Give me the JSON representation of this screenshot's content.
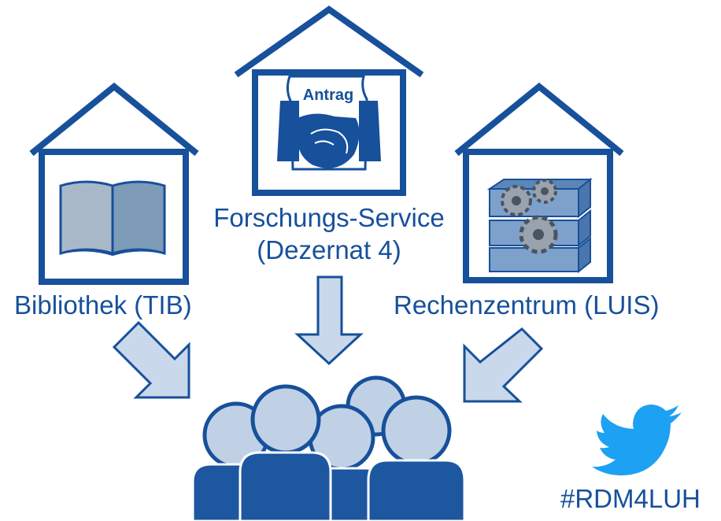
{
  "houses": [
    {
      "label": "Bibliothek (TIB)",
      "icon": "book-icon"
    },
    {
      "label_line1": "Forschungs-Service",
      "label_line2": "(Dezernat 4)",
      "icon": "handshake-contract-icon",
      "document_label": "Antrag"
    },
    {
      "label": "Rechenzentrum (LUIS)",
      "icon": "server-gears-icon"
    }
  ],
  "hashtag": "#RDM4LUH",
  "colors": {
    "primary": "#17509b",
    "light_fill": "#c9d8ea",
    "people_light": "#c0d1e6",
    "people_dark": "#1c57a0",
    "twitter": "#1da1f2"
  }
}
